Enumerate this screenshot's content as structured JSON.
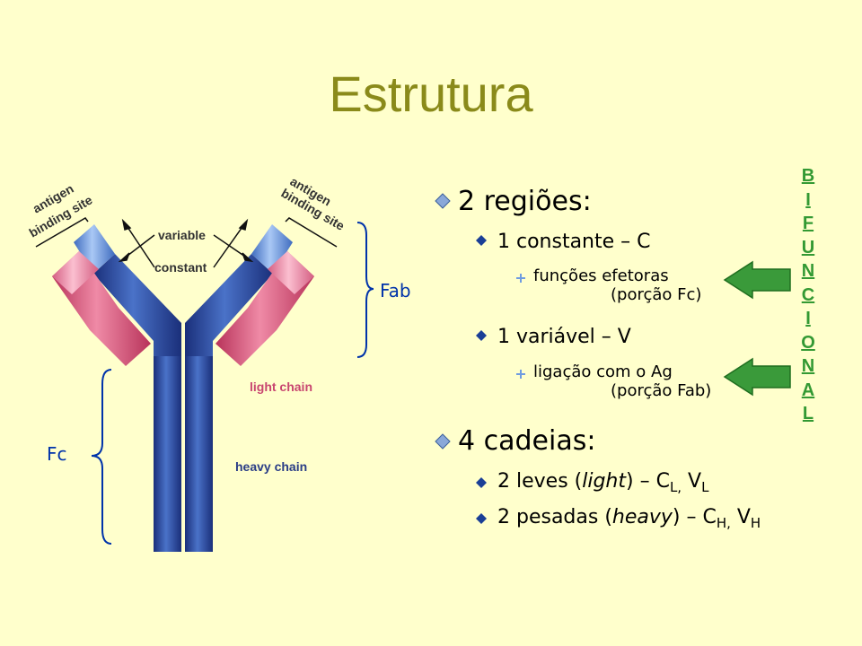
{
  "title": "Estrutura",
  "diagram_labels": {
    "antigen_left": "antigen",
    "binding_site_left": "binding site",
    "antigen_right": "antigen",
    "binding_site_right": "binding site",
    "variable": "variable",
    "constant": "constant",
    "light_chain": "light chain",
    "heavy_chain": "heavy chain"
  },
  "brackets": {
    "fab": "Fab",
    "fc": "Fc"
  },
  "bullets": {
    "regioes": {
      "label": "2 regiões:",
      "constante": {
        "label": "1 constante – C",
        "sub1": "funções efetoras",
        "sub2": "(porção Fc)"
      },
      "variavel": {
        "label": "1 variável – V",
        "sub1": "ligação com o Ag",
        "sub2": "(porção Fab)"
      }
    },
    "cadeias": {
      "label": "4 cadeias:",
      "leves": {
        "prefix": "2 leves (",
        "italic": "light",
        "mid": ") – C",
        "sub1": "L,",
        "mid2": " V",
        "sub2": "L"
      },
      "pesadas": {
        "prefix": "2 pesadas (",
        "italic": "heavy",
        "mid": ") – C",
        "sub1": "H,",
        "mid2": " V",
        "sub2": "H"
      }
    }
  },
  "vertical_word": [
    "B",
    "I",
    "F",
    "U",
    "N",
    "C",
    "I",
    "O",
    "N",
    "A",
    "L"
  ],
  "colors": {
    "title": "#8a8a1a",
    "heavy_chain": "#2a4fa3",
    "light_chain": "#d4607f",
    "variable": "#6f9ce0",
    "arrow": "#3a9a3a",
    "bracket": "#0033aa",
    "vertical_word": "#339933"
  }
}
